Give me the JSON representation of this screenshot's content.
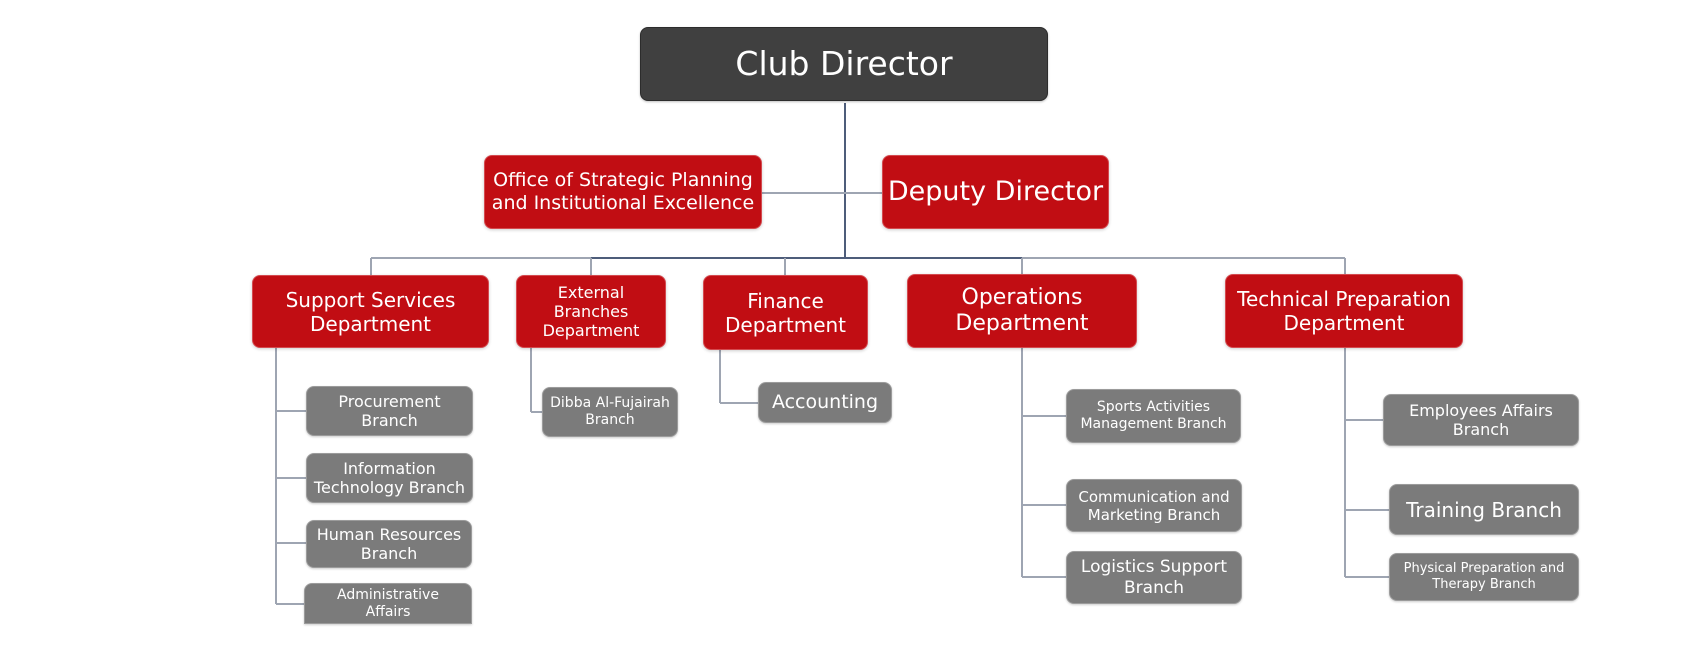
{
  "colors": {
    "director": "#404040",
    "department": "#c10d13",
    "branch": "#7b7b7b",
    "connector": "#9ea5b2",
    "spine": "#4e5d7a",
    "text": "#ffffff"
  },
  "org": {
    "director": {
      "label": "Club Director"
    },
    "office": {
      "label": "Office of Strategic Planning and Institutional Excellence"
    },
    "deputy": {
      "label": "Deputy Director"
    },
    "departments": [
      {
        "label": "Support Services Department",
        "branches": [
          {
            "label": "Procurement Branch"
          },
          {
            "label": "Information Technology Branch"
          },
          {
            "label": "Human Resources Branch"
          },
          {
            "label": "Administrative Affairs"
          }
        ]
      },
      {
        "label": "External Branches Department",
        "branches": [
          {
            "label": "Dibba Al-Fujairah Branch"
          }
        ]
      },
      {
        "label": "Finance Department",
        "branches": [
          {
            "label": "Accounting"
          }
        ]
      },
      {
        "label": "Operations Department",
        "branches": [
          {
            "label": "Sports Activities Management Branch"
          },
          {
            "label": "Communication and Marketing Branch"
          },
          {
            "label": "Logistics Support Branch"
          }
        ]
      },
      {
        "label": "Technical Preparation Department",
        "branches": [
          {
            "label": "Employees Affairs Branch"
          },
          {
            "label": "Training Branch"
          },
          {
            "label": "Physical Preparation and Therapy Branch"
          }
        ]
      }
    ]
  }
}
